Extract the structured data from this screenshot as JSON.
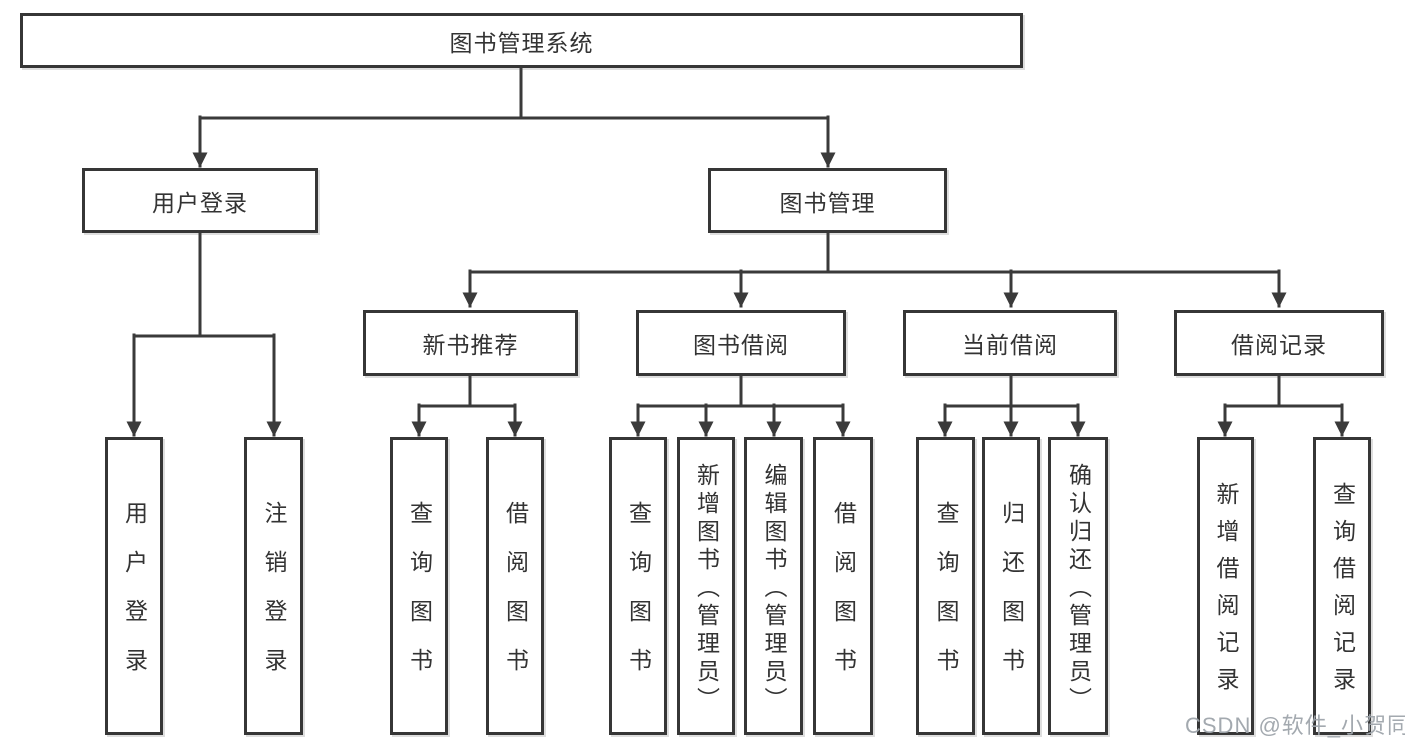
{
  "tree": {
    "label": "图书管理系统",
    "children": [
      {
        "label": "用户登录",
        "children": [
          {
            "label": "用户登录"
          },
          {
            "label": "注销登录"
          }
        ]
      },
      {
        "label": "图书管理",
        "children": [
          {
            "label": "新书推荐",
            "children": [
              {
                "label": "查询图书"
              },
              {
                "label": "借阅图书"
              }
            ]
          },
          {
            "label": "图书借阅",
            "children": [
              {
                "label": "查询图书"
              },
              {
                "label": "新增图书（管理员）"
              },
              {
                "label": "编辑图书（管理员）"
              },
              {
                "label": "借阅图书"
              }
            ]
          },
          {
            "label": "当前借阅",
            "children": [
              {
                "label": "查询图书"
              },
              {
                "label": "归还图书"
              },
              {
                "label": "确认归还（管理员）"
              }
            ]
          },
          {
            "label": "借阅记录",
            "children": [
              {
                "label": "新增借阅记录"
              },
              {
                "label": "查询借阅记录"
              }
            ]
          }
        ]
      }
    ]
  },
  "watermark": {
    "text": "CSDN @软件_小贺同学"
  },
  "colors": {
    "line": "#3a3a3a",
    "box_border": "#363636",
    "text": "#333333",
    "watermark": "#9ea4ab",
    "background": "#ffffff"
  }
}
